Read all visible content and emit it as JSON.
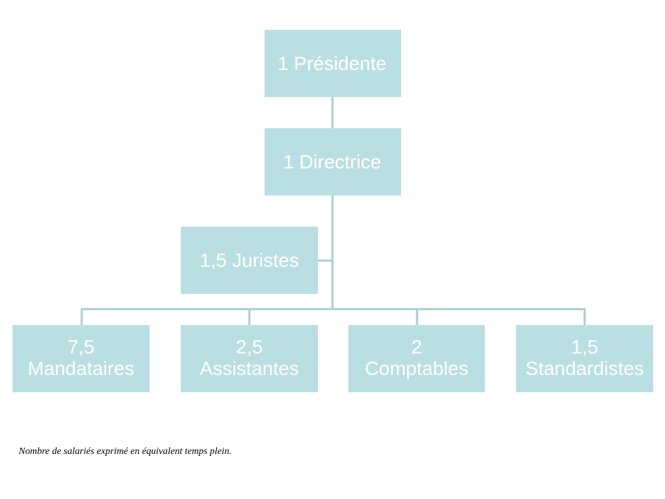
{
  "org_chart": {
    "presidente": "1 Présidente",
    "directrice": "1 Directrice",
    "juristes": "1,5 Juristes",
    "mandataires": {
      "count": "7,5",
      "role": "Mandataires"
    },
    "assistantes": {
      "count": "2,5",
      "role": "Assistantes"
    },
    "comptables": {
      "count": "2",
      "role": "Comptables"
    },
    "standardistes": {
      "count": "1,5",
      "role": "Standardistes"
    }
  },
  "footnote": "Nombre de salariés exprimé en équivalent temps plein.",
  "colors": {
    "box_fill": "#badfe3",
    "connector": "#a9cdd1",
    "box_text": "#ffffff"
  }
}
